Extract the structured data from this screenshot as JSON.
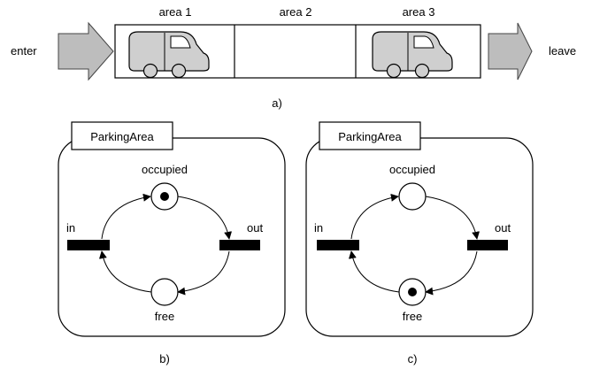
{
  "top": {
    "enter_label": "enter",
    "leave_label": "leave",
    "areas": [
      "area 1",
      "area 2",
      "area 3"
    ],
    "caption": "a)"
  },
  "petri_b": {
    "title": "ParkingArea",
    "place_top": "occupied",
    "place_bottom": "free",
    "transition_left": "in",
    "transition_right": "out",
    "caption": "b)",
    "token_on": "occupied"
  },
  "petri_c": {
    "title": "ParkingArea",
    "place_top": "occupied",
    "place_bottom": "free",
    "transition_left": "in",
    "transition_right": "out",
    "caption": "c)",
    "token_on": "free"
  },
  "colors": {
    "car_fill": "#cfcfcf",
    "arrow_fill": "#bdbdbd",
    "stroke": "#000000"
  }
}
